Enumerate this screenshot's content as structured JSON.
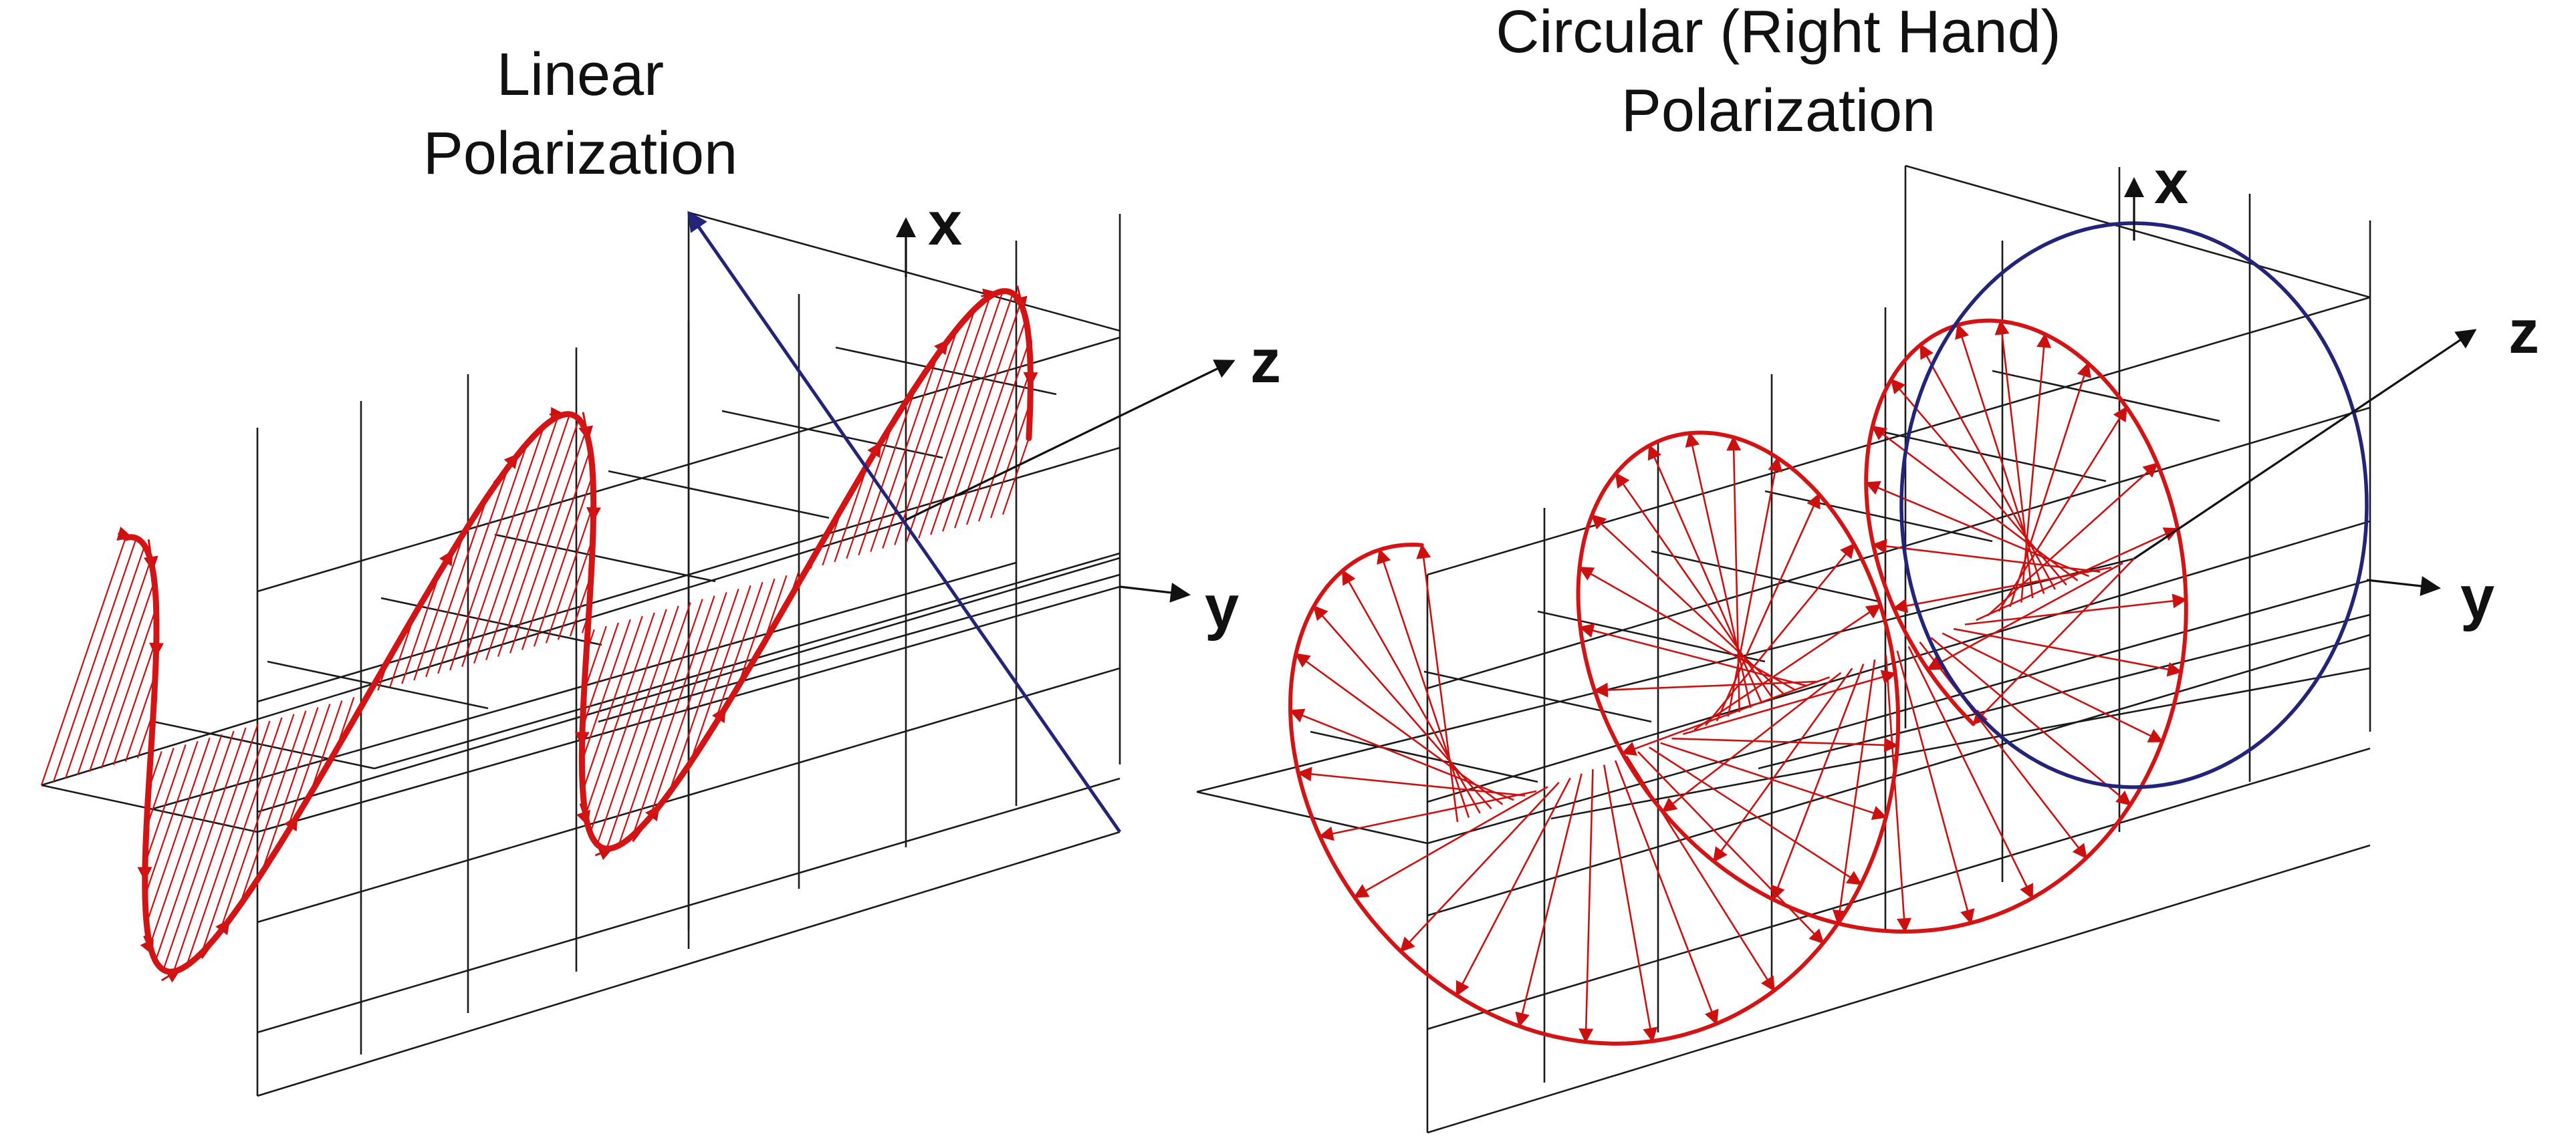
{
  "linear_panel": {
    "title_line1": "Linear",
    "title_line2": "Polarization",
    "axis_x": "x",
    "axis_y": "y",
    "axis_z": "z"
  },
  "circular_panel": {
    "title_line1": "Circular (Right Hand)",
    "title_line2": "Polarization",
    "axis_x": "x",
    "axis_y": "y",
    "axis_z": "z"
  },
  "colors": {
    "field_vector": "#cc1010",
    "wave_envelope": "#d41414",
    "reference_vector": "#23237a",
    "grid": "#1a1a1a",
    "text": "#111111"
  }
}
